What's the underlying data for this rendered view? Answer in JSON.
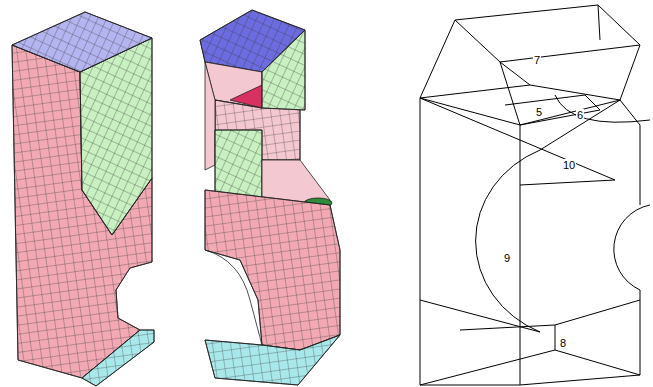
{
  "diagram": {
    "labels": [
      "7",
      "5",
      "6",
      "10",
      "9",
      "8"
    ]
  }
}
